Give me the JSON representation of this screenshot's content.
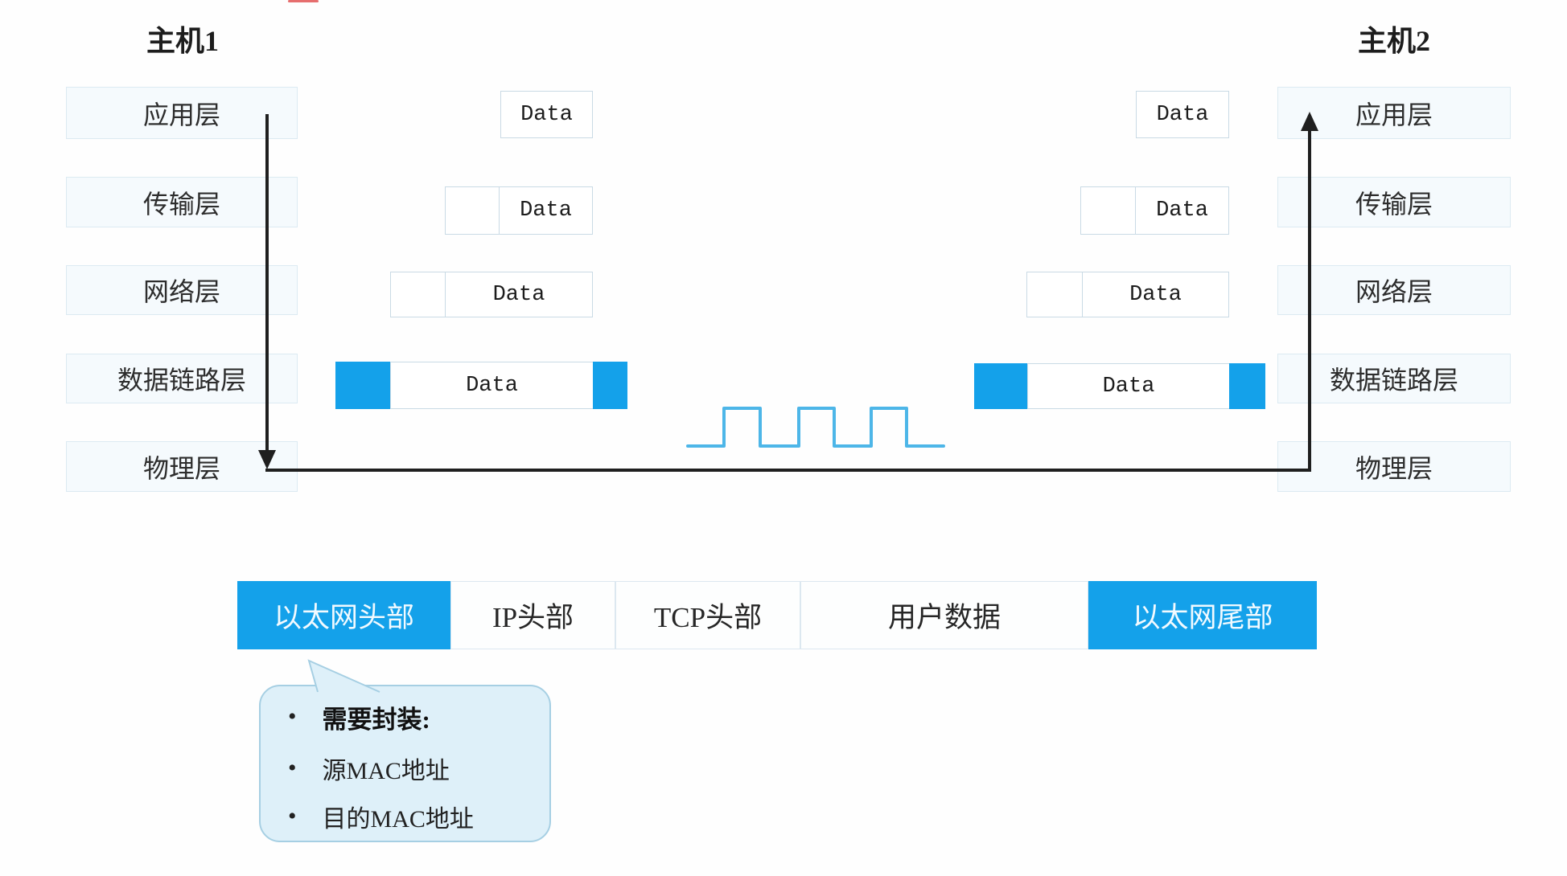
{
  "colors": {
    "accent_blue": "#14a1ea",
    "wave_blue": "#4db6e8",
    "line_dark": "#1f1f1f",
    "layer_fill": "#f5fafd",
    "layer_border": "#dceaf2",
    "data_border": "#c9dae5",
    "callout_fill": "#def0f9",
    "callout_border": "#a6cfe3",
    "red_fragment": "#e25555"
  },
  "host1": {
    "title": "主机1",
    "layers": [
      {
        "label": "应用层"
      },
      {
        "label": "传输层"
      },
      {
        "label": "网络层"
      },
      {
        "label": "数据链路层"
      },
      {
        "label": "物理层"
      }
    ]
  },
  "host2": {
    "title": "主机2",
    "layers": [
      {
        "label": "应用层"
      },
      {
        "label": "传输层"
      },
      {
        "label": "网络层"
      },
      {
        "label": "数据链路层"
      },
      {
        "label": "物理层"
      }
    ]
  },
  "encapsulation": {
    "left": [
      {
        "data": "Data"
      },
      {
        "data": "Data"
      },
      {
        "data": "Data"
      },
      {
        "data": "Data"
      }
    ],
    "right": [
      {
        "data": "Data"
      },
      {
        "data": "Data"
      },
      {
        "data": "Data"
      },
      {
        "data": "Data"
      }
    ]
  },
  "packet": {
    "segments": [
      {
        "label": "以太网头部",
        "highlighted": true
      },
      {
        "label": "IP头部",
        "highlighted": false
      },
      {
        "label": "TCP头部",
        "highlighted": false
      },
      {
        "label": "用户数据",
        "highlighted": false
      },
      {
        "label": "以太网尾部",
        "highlighted": true
      }
    ]
  },
  "callout": {
    "items": [
      {
        "text": "需要封装:",
        "bold": true
      },
      {
        "text": "源MAC地址",
        "bold": false
      },
      {
        "text": "目的MAC地址",
        "bold": false
      }
    ]
  }
}
